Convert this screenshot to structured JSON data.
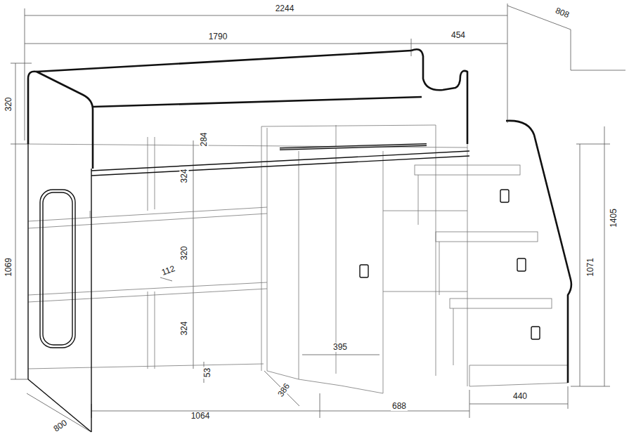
{
  "diagram": {
    "labels": [
      "2244",
      "808",
      "1790",
      "454",
      "320",
      "284",
      "324",
      "1405",
      "1069",
      "320",
      "1071",
      "112",
      "324",
      "395",
      "53",
      "386",
      "800",
      "1064",
      "688",
      "440"
    ]
  }
}
